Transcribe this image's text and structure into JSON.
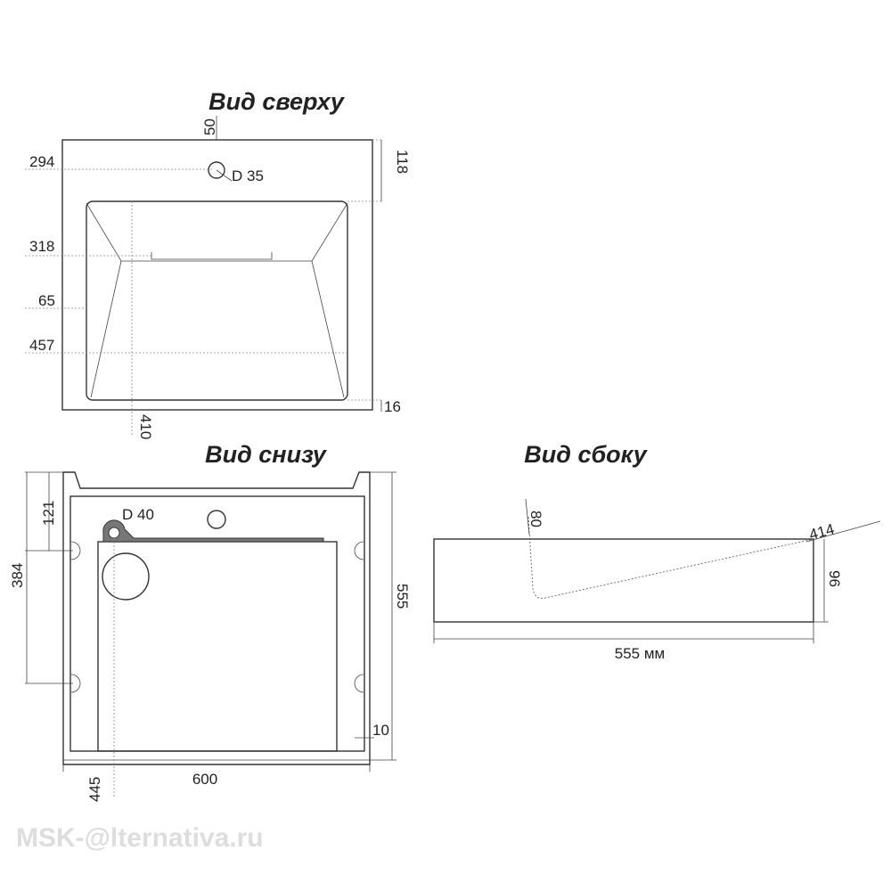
{
  "top_view": {
    "title": "Вид сверху",
    "dims": {
      "d50": "50",
      "d294": "294",
      "hole": "D 35",
      "d118": "118",
      "d318": "318",
      "d65": "65",
      "d457": "457",
      "d16": "16",
      "d410": "410"
    }
  },
  "bottom_view": {
    "title": "Вид снизу",
    "dims": {
      "d121": "121",
      "d384": "384",
      "hole": "D 40",
      "d555": "555",
      "d10": "10",
      "d600": "600",
      "d445": "445"
    }
  },
  "side_view": {
    "title": "Вид сбоку",
    "dims": {
      "d80": "80",
      "d414": "414",
      "d96": "96",
      "d555": "555 мм"
    }
  },
  "watermark": {
    "text": "MSK-@lternativa.ru"
  }
}
